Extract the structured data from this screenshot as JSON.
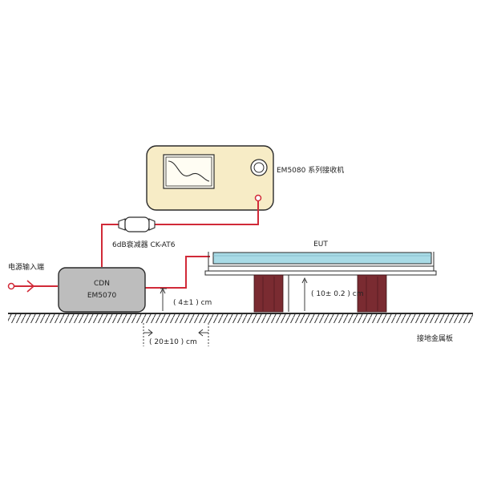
{
  "colors": {
    "receiver_fill": "#f7ecc6",
    "cdn_fill": "#bdbdbd",
    "cable_red": "#d12a38",
    "eut_fill": "#a9dbe6",
    "support_fill": "#7a2b31",
    "outline": "#2a2a2a",
    "ground": "#333333"
  },
  "receiver": {
    "label": "EM5080 系列接收机"
  },
  "attenuator": {
    "label": "6dB衰减器 CK-AT6"
  },
  "cdn": {
    "title": "CDN",
    "model": "EM5070"
  },
  "power_input": {
    "label": "电源输入端"
  },
  "eut": {
    "label": "EUT"
  },
  "dimensions": {
    "cdn_height": "( 4±1 ) cm",
    "eut_height": "( 10±  0.2 ) cm",
    "spacing": "( 20±10 ) cm"
  },
  "ground_plane": {
    "label": "接地金属板"
  },
  "icons": {
    "screen": "waveform-screen-icon",
    "knob": "knob-icon",
    "port": "port-icon",
    "input": "input-terminal-icon"
  }
}
